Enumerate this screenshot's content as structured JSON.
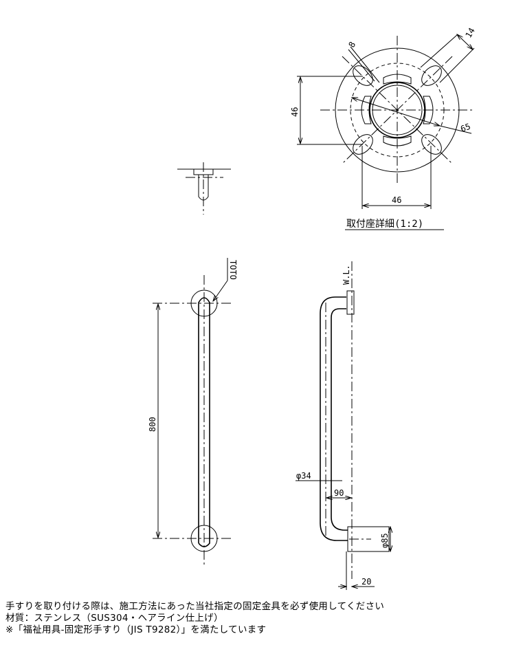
{
  "detail": {
    "dim_hole_width": "8",
    "dim_slot_width": "14",
    "dim_diameter": "65",
    "dim_vertical_pitch": "46",
    "dim_horizontal_pitch": "46",
    "caption": "取付座詳細(1:2)"
  },
  "front_view": {
    "brand_mark": "TOTO",
    "dim_length": "800"
  },
  "side_view": {
    "water_line_label": "W.L.",
    "dim_pipe_diameter": "φ34",
    "dim_projection": "90",
    "dim_flange_diameter": "φ85",
    "dim_flange_depth": "20"
  },
  "notes": [
    "手すりを取り付ける際は、施工方法にあった当社指定の固定金具を必ず使用してください",
    "材質：ステンレス（SUS304・ヘアライン仕上げ）",
    "※「福祉用具-固定形手すり（JIS T9282）」を満たしています"
  ]
}
